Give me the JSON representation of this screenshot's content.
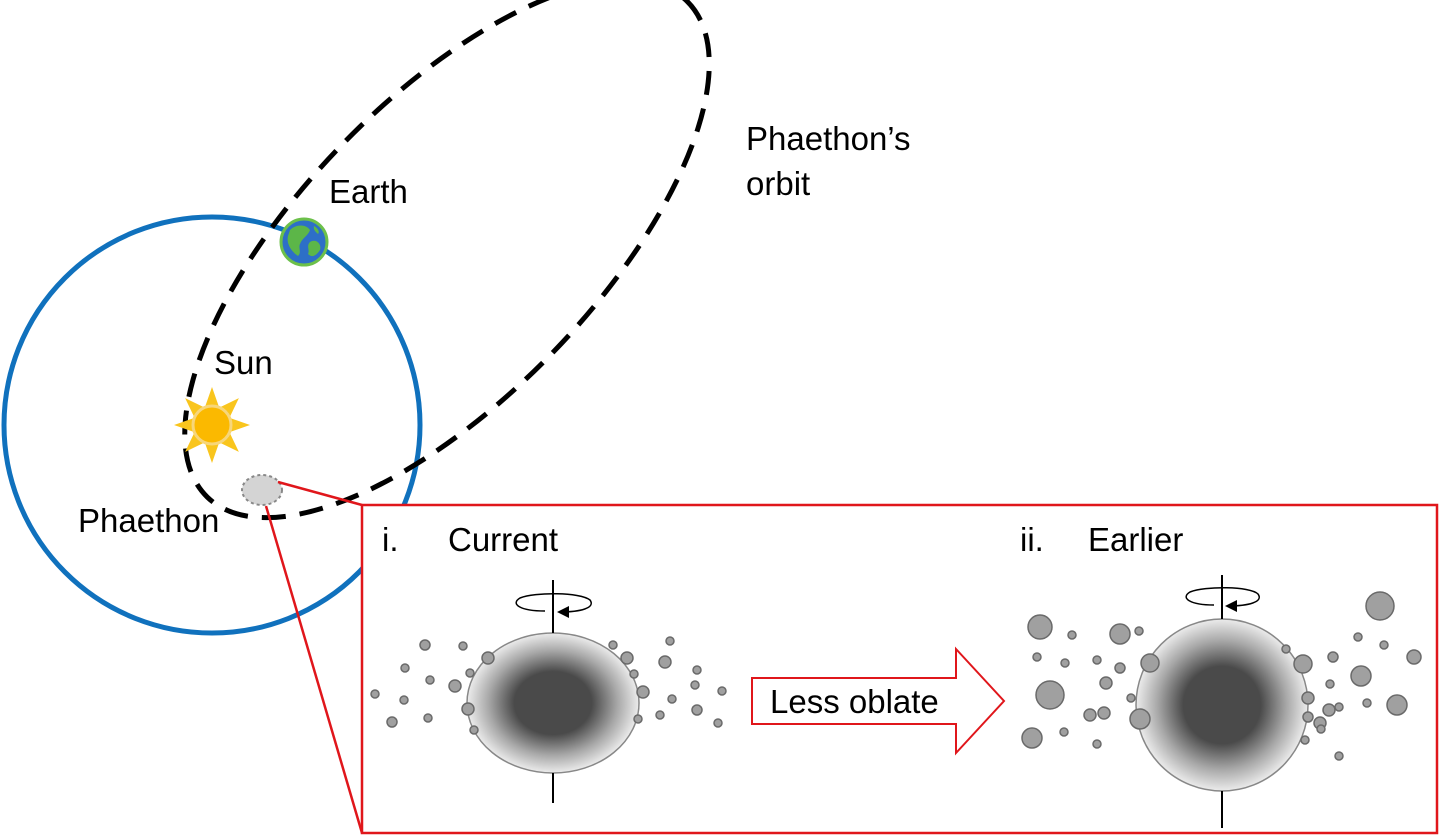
{
  "labels": {
    "earth": "Earth",
    "sun": "Sun",
    "phaethon": "Phaethon",
    "orbit_line1": "Phaethon’s",
    "orbit_line2": "orbit"
  },
  "inset": {
    "current": {
      "numeral": "i.",
      "title": "Current"
    },
    "earlier": {
      "numeral": "ii.",
      "title": "Earlier"
    },
    "arrow_label": "Less oblate"
  },
  "colors": {
    "earth_orbit": "#1071bd",
    "phaethon_orbit": "#000000",
    "inset_border": "#e0161b",
    "sun_rays": "#f9c51d",
    "sun_core": "#fbb900",
    "earth_ocean": "#2d6fc7",
    "earth_land": "#5cb648",
    "body_core": "#4a4a4a",
    "body_rim": "#e6e6e6",
    "particle": "#9a9a9a"
  },
  "icons": {
    "sun": "sun-icon",
    "earth": "earth-globe-icon",
    "rotation": "rotation-arrow-icon"
  }
}
